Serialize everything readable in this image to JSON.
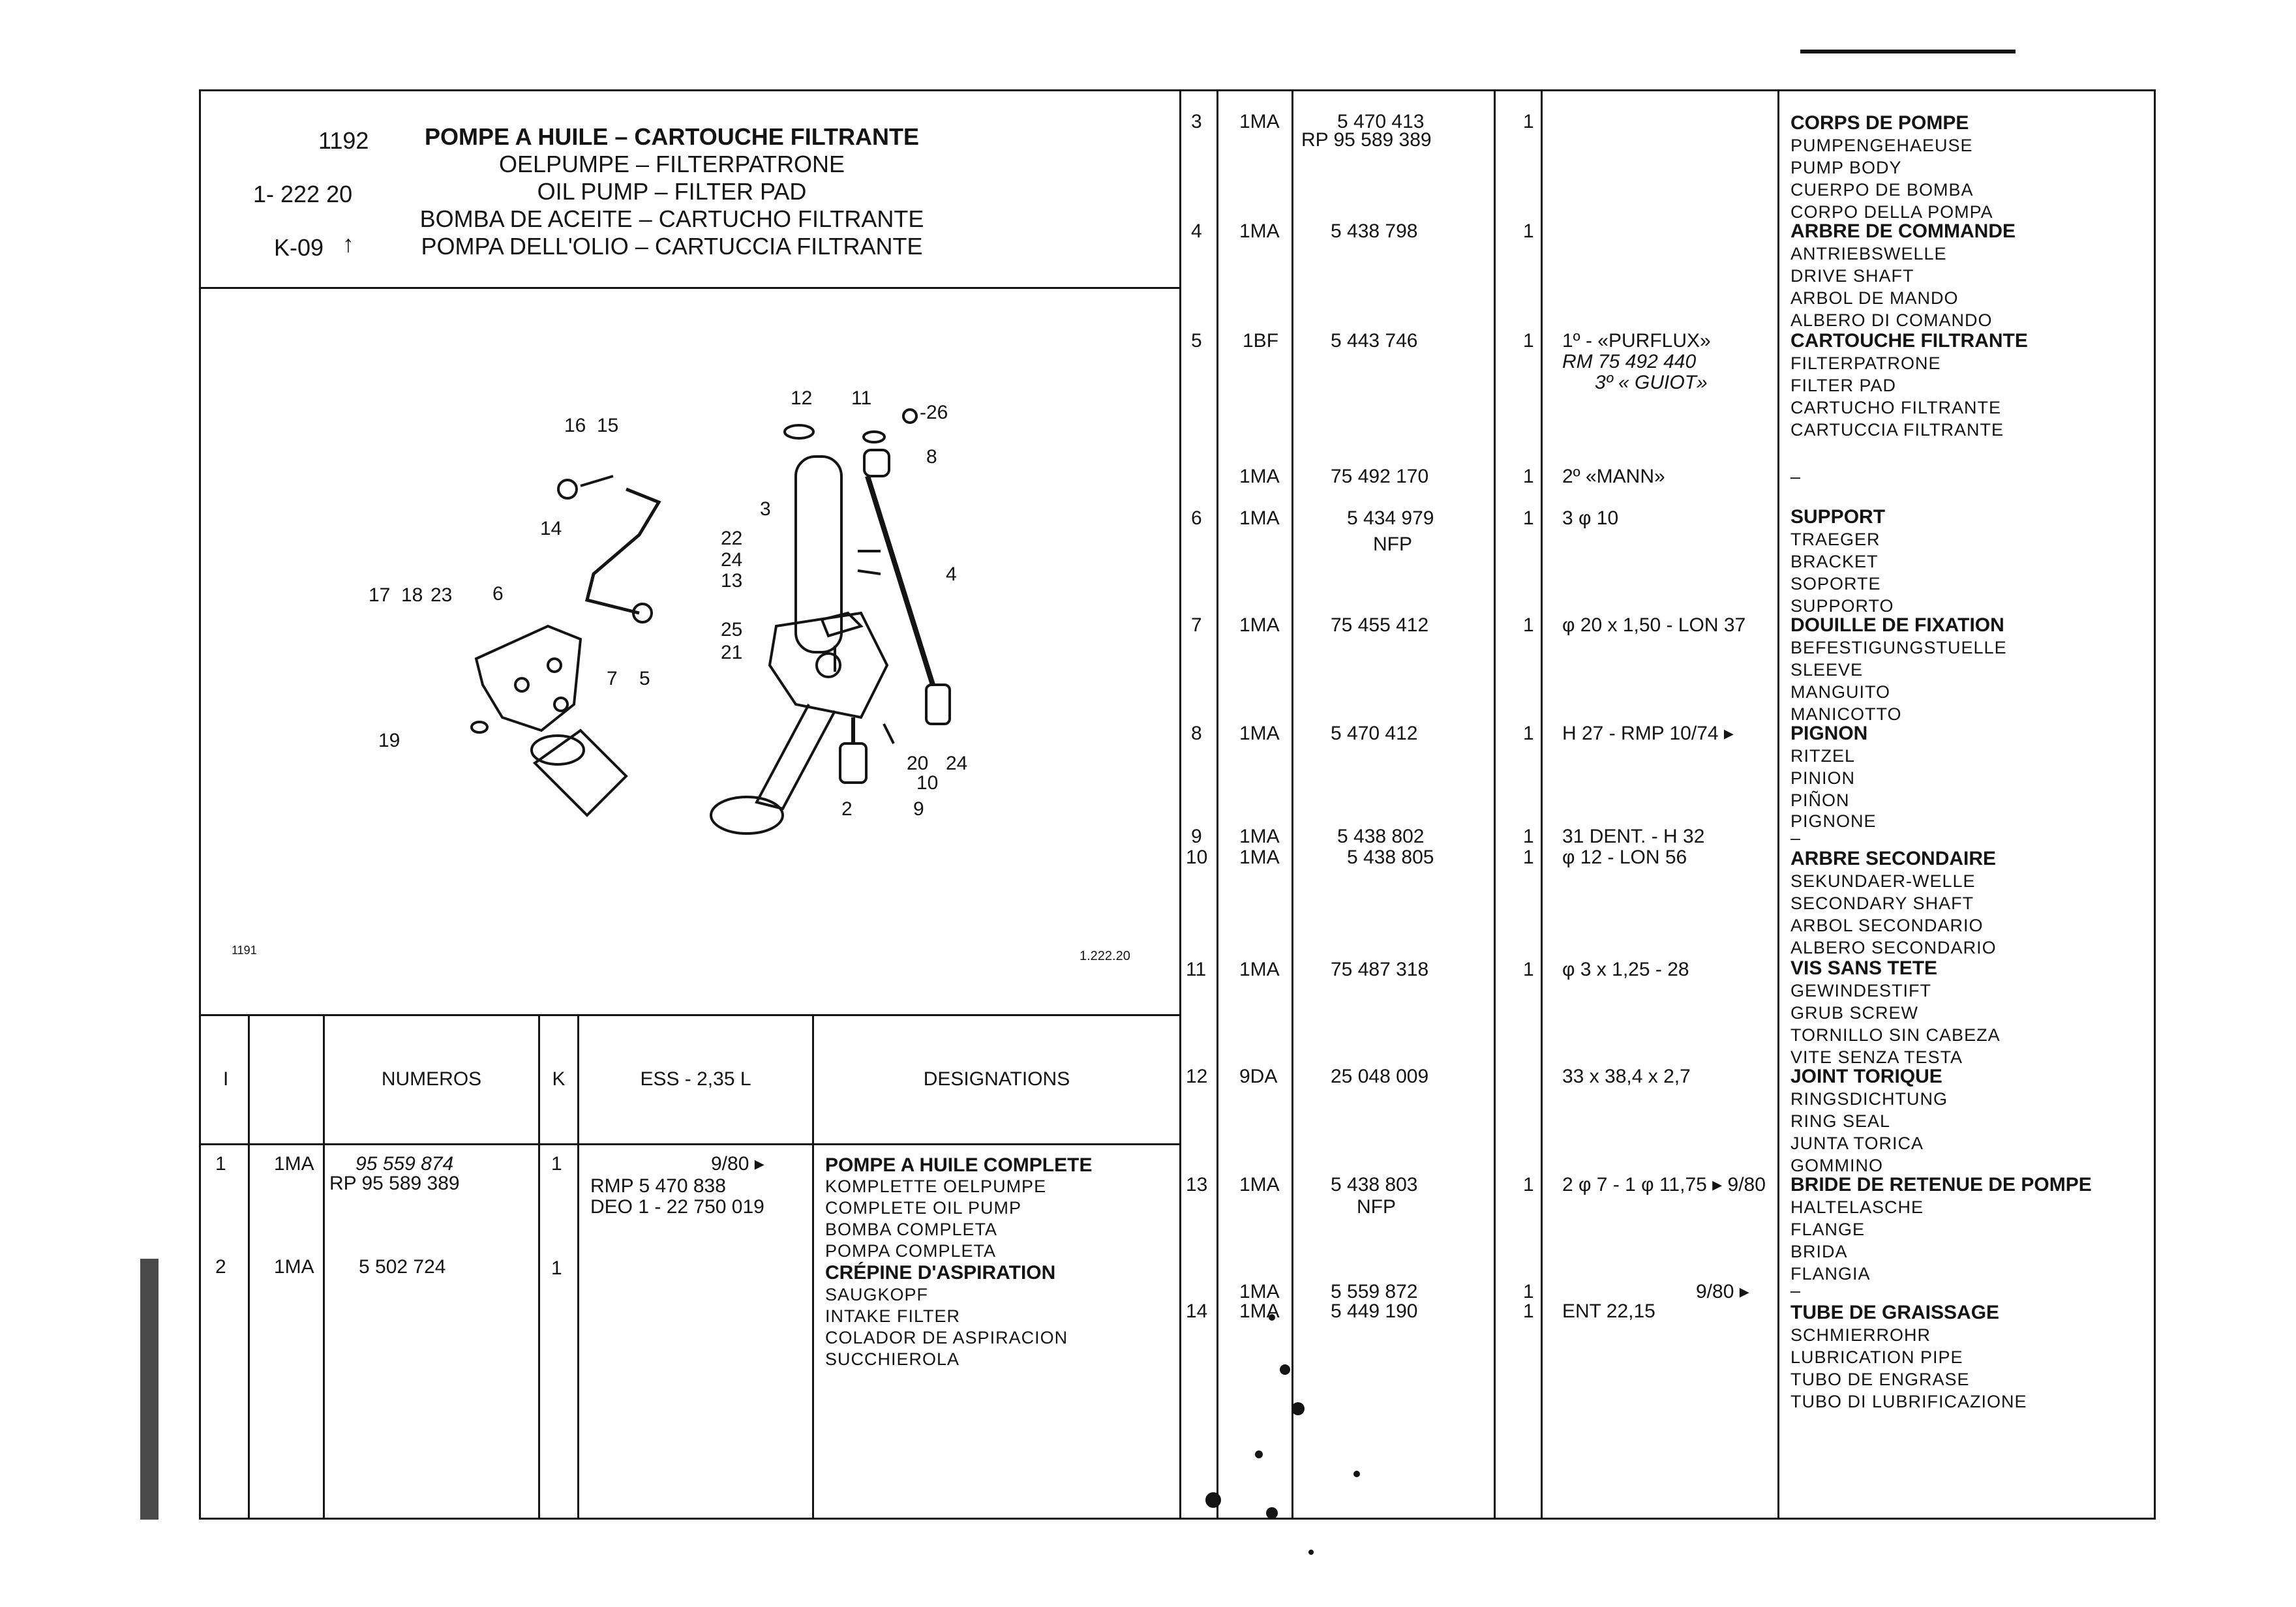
{
  "header": {
    "page_ref": "1192",
    "group_ref": "1- 222 20",
    "model_code": "K-09",
    "titles": [
      "POMPE A HUILE – CARTOUCHE FILTRANTE",
      "OELPUMPE – FILTERPATRONE",
      "OIL PUMP – FILTER PAD",
      "BOMBA DE ACEITE – CARTUCHO FILTRANTE",
      "POMPA DELL'OLIO – CARTUCCIA FILTRANTE"
    ]
  },
  "figure": {
    "ref_left": "1191",
    "ref_right": "1.222.20",
    "callouts": [
      "16",
      "15",
      "12",
      "11",
      "-26",
      "8",
      "14",
      "3",
      "22",
      "24",
      "13",
      "4",
      "17",
      "18",
      "23",
      "6",
      "25",
      "21",
      "7",
      "5",
      "19",
      "20",
      "24",
      "10",
      "2",
      "9"
    ]
  },
  "table_header": {
    "col_index": "I",
    "col_numeros": "NUMEROS",
    "col_k": "K",
    "col_ess": "ESS - 2,35 L",
    "col_designations": "DESIGNATIONS"
  },
  "left_rows": [
    {
      "idx": "1",
      "code": "1MA",
      "numbers": [
        "95 559 874",
        "RP 95 589 389"
      ],
      "qty": "1",
      "obs": [
        "9/80 ▸",
        "RMP 5 470 838",
        "DEO 1 - 22 750 019"
      ],
      "designations": [
        "POMPE A HUILE COMPLETE",
        "KOMPLETTE OELPUMPE",
        "COMPLETE OIL PUMP",
        "BOMBA COMPLETA",
        "POMPA COMPLETA"
      ]
    },
    {
      "idx": "2",
      "code": "1MA",
      "numbers": [
        "5 502 724"
      ],
      "qty": "1",
      "obs": [],
      "designations": [
        "CRÉPINE D'ASPIRATION",
        "SAUGKOPF",
        "INTAKE FILTER",
        "COLADOR DE ASPIRACION",
        "SUCCHIEROLA"
      ]
    }
  ],
  "right_rows": [
    {
      "idx": "3",
      "code": "1MA",
      "numbers": [
        "5 470 413",
        "RP 95 589 389"
      ],
      "qty": "1",
      "obs": []
    },
    {
      "idx": "4",
      "code": "1MA",
      "numbers": [
        "5 438 798"
      ],
      "qty": "1",
      "obs": []
    },
    {
      "idx": "5",
      "code": "1BF",
      "numbers": [
        "5 443 746"
      ],
      "qty": "1",
      "obs": [
        "1º - «PURFLUX»",
        "RM 75 492 440",
        "3º « GUIOT»"
      ]
    },
    {
      "idx": "",
      "code": "1MA",
      "numbers": [
        "75 492 170"
      ],
      "qty": "1",
      "obs": [
        "2º «MANN»"
      ]
    },
    {
      "idx": "6",
      "code": "1MA",
      "numbers": [
        "5 434 979",
        "NFP"
      ],
      "qty": "1",
      "obs": [
        "3 φ 10"
      ]
    },
    {
      "idx": "7",
      "code": "1MA",
      "numbers": [
        "75 455 412"
      ],
      "qty": "1",
      "obs": [
        "φ 20 x 1,50 - LON 37"
      ]
    },
    {
      "idx": "8",
      "code": "1MA",
      "numbers": [
        "5 470 412"
      ],
      "qty": "1",
      "obs": [
        "H 27 - RMP    10/74 ▸"
      ]
    },
    {
      "idx": "9",
      "code": "1MA",
      "numbers": [
        "5 438 802"
      ],
      "qty": "1",
      "obs": [
        "31 DENT. - H 32"
      ]
    },
    {
      "idx": "10",
      "code": "1MA",
      "numbers": [
        "5 438 805"
      ],
      "qty": "1",
      "obs": [
        "φ 12 - LON 56"
      ]
    },
    {
      "idx": "11",
      "code": "1MA",
      "numbers": [
        "75 487 318"
      ],
      "qty": "1",
      "obs": [
        "φ 3 x 1,25 - 28"
      ]
    },
    {
      "idx": "12",
      "code": "9DA",
      "numbers": [
        "25 048 009"
      ],
      "qty": "",
      "obs": [
        "33 x 38,4 x 2,7"
      ]
    },
    {
      "idx": "13",
      "code": "1MA",
      "numbers": [
        "5 438 803",
        "NFP"
      ],
      "qty": "1",
      "obs": [
        "2 φ 7 - 1 φ 11,75 ▸ 9/80"
      ]
    },
    {
      "idx": "",
      "code": "1MA",
      "numbers": [
        "5 559 872"
      ],
      "qty": "1",
      "obs": [
        "9/80 ▸"
      ]
    },
    {
      "idx": "14",
      "code": "1MA",
      "numbers": [
        "5 449 190"
      ],
      "qty": "1",
      "obs": [
        "ENT 22,15"
      ]
    }
  ],
  "designations_right": [
    {
      "main": "CORPS DE POMPE",
      "sub": [
        "PUMPENGEHAEUSE",
        "PUMP BODY",
        "CUERPO DE BOMBA",
        "CORPO DELLA POMPA"
      ]
    },
    {
      "main": "ARBRE DE COMMANDE",
      "sub": [
        "ANTRIEBSWELLE",
        "DRIVE SHAFT",
        "ARBOL DE MANDO",
        "ALBERO DI COMANDO"
      ]
    },
    {
      "main": "CARTOUCHE FILTRANTE",
      "sub": [
        "FILTERPATRONE",
        "FILTER PAD",
        "CARTUCHO FILTRANTE",
        "CARTUCCIA FILTRANTE"
      ]
    },
    {
      "main": "",
      "sub": [
        "–"
      ]
    },
    {
      "main": "SUPPORT",
      "sub": [
        "TRAEGER",
        "BRACKET",
        "SOPORTE",
        "SUPPORTO"
      ]
    },
    {
      "main": "DOUILLE DE FIXATION",
      "sub": [
        "BEFESTIGUNGSTUELLE",
        "SLEEVE",
        "MANGUITO",
        "MANICOTTO"
      ]
    },
    {
      "main": "PIGNON",
      "sub": [
        "RITZEL",
        "PINION",
        "PIÑON",
        "PIGNONE"
      ]
    },
    {
      "main": "",
      "sub": [
        "–"
      ]
    },
    {
      "main": "ARBRE SECONDAIRE",
      "sub": [
        "SEKUNDAER-WELLE",
        "SECONDARY SHAFT",
        "ARBOL SECONDARIO",
        "ALBERO SECONDARIO"
      ]
    },
    {
      "main": "VIS SANS TETE",
      "sub": [
        "GEWINDESTIFT",
        "GRUB SCREW",
        "TORNILLO SIN CABEZA",
        "VITE SENZA TESTA"
      ]
    },
    {
      "main": "JOINT TORIQUE",
      "sub": [
        "RINGSDICHTUNG",
        "RING SEAL",
        "JUNTA TORICA",
        "GOMMINO"
      ]
    },
    {
      "main": "BRIDE DE RETENUE DE POMPE",
      "sub": [
        "HALTELASCHE",
        "FLANGE",
        "BRIDA",
        "FLANGIA"
      ]
    },
    {
      "main": "",
      "sub": [
        "–"
      ]
    },
    {
      "main": "TUBE DE GRAISSAGE",
      "sub": [
        "SCHMIERROHR",
        "LUBRICATION PIPE",
        "TUBO DE ENGRASE",
        "TUBO DI LUBRIFICAZIONE"
      ]
    }
  ]
}
